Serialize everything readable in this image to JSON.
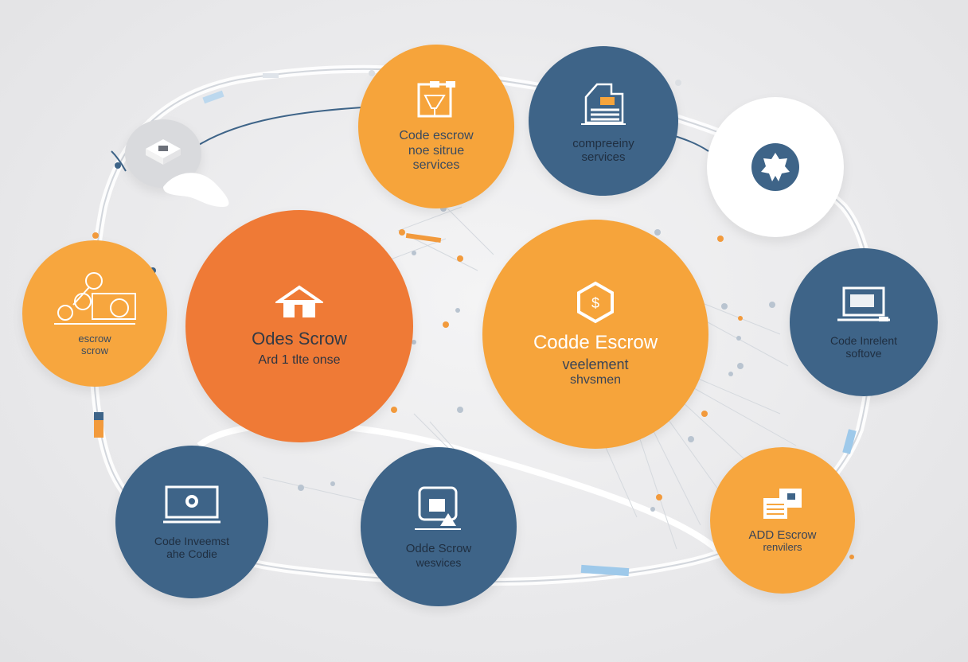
{
  "colors": {
    "orange": "#f6a43b",
    "deep_orange": "#ef7a36",
    "navy": "#3e6488",
    "white": "#ffffff",
    "text_dark": "#3a4a5e",
    "text_white": "#ffffff"
  },
  "nodes": {
    "top_orange": {
      "line1": "Code escrow",
      "line2": "noe sitrue",
      "line3": "services",
      "icon": "building-icon"
    },
    "top_navy": {
      "line1": "compreeiny",
      "line2": "services",
      "icon": "office-icon"
    },
    "top_white": {
      "icon": "badge-icon"
    },
    "top_left_gray": {
      "icon": "box-icon"
    },
    "left_orange": {
      "line1": "escrow",
      "line2": "scrow",
      "icon": "money-flow-icon"
    },
    "center_left": {
      "title": "Odes Scrow",
      "subtitle": "Ard 1 tlte onse",
      "icon": "house-icon"
    },
    "center_right": {
      "title": "Codde Escrow",
      "line2": "veelement",
      "line3": "shvsmen",
      "icon": "hexagon-dollar-icon"
    },
    "right_navy": {
      "line1": "Code Inrelent",
      "line2": "softove",
      "icon": "laptop-icon"
    },
    "bottom_left_navy": {
      "line1": "Code Inveemst",
      "line2": "ahe Codie",
      "icon": "monitor-icon"
    },
    "bottom_center_navy": {
      "line1": "Odde Scrow",
      "line2": "wesvices",
      "icon": "lock-screen-icon"
    },
    "bottom_right_orange": {
      "line1": "ADD Escrow",
      "line2": "renvilers",
      "icon": "document-stack-icon"
    }
  }
}
